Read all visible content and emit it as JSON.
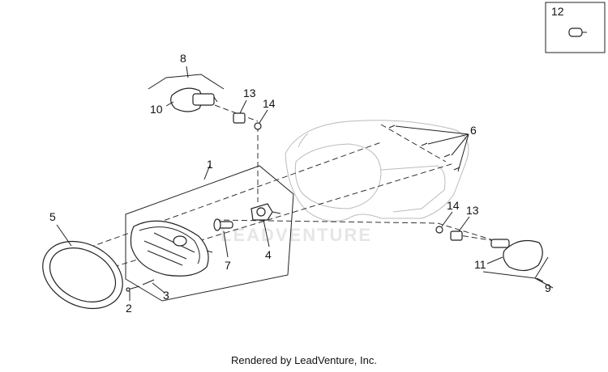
{
  "diagram": {
    "callouts": [
      "1",
      "2",
      "3",
      "4",
      "5",
      "6",
      "7",
      "8",
      "9",
      "10",
      "11",
      "12",
      "13",
      "14",
      "13",
      "14"
    ],
    "watermark": "LEADVENTURE"
  },
  "footer": {
    "text": "Rendered by LeadVenture, Inc."
  }
}
